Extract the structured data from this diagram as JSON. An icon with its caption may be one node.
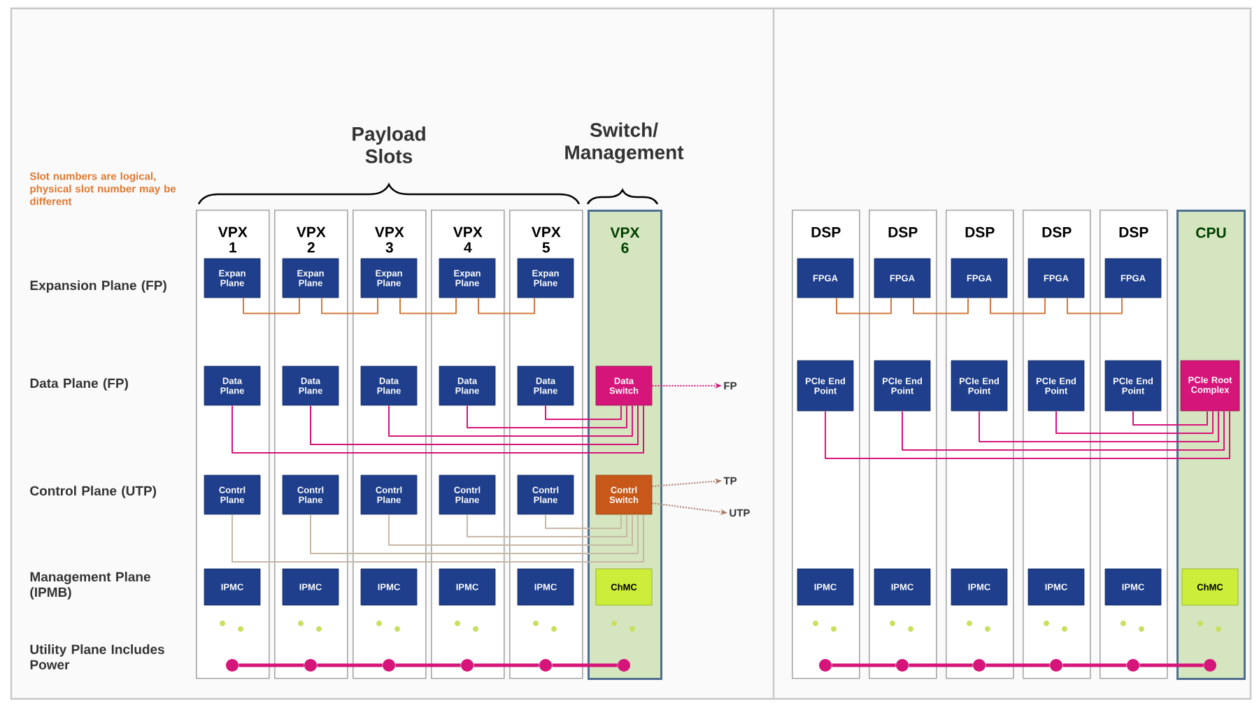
{
  "diagram": {
    "nodes": [
      {
        "text": [
          "VPX 1"
        ]
      },
      {
        "text": [
          "VPX 2"
        ]
      },
      {
        "text": [
          "VPX 3"
        ]
      },
      {
        "text": [
          "VPX 4"
        ]
      },
      {
        "text": [
          "VPX 5"
        ]
      },
      {
        "text": [
          "VPX 6"
        ]
      },
      {
        "text": [
          "Expan Plane"
        ],
        "in": 0
      },
      {
        "text": [
          "Expan Plane"
        ],
        "in": 1
      },
      {
        "text": [
          "Expan Plane"
        ],
        "in": 2
      },
      {
        "text": [
          "Expan Plane"
        ],
        "in": 3
      },
      {
        "text": [
          "Expan Plane"
        ],
        "in": 4
      },
      {
        "text": [
          "Data Plane"
        ],
        "in": 0
      },
      {
        "text": [
          "Data Plane"
        ],
        "in": 1
      },
      {
        "text": [
          "Data Plane"
        ],
        "in": 2
      },
      {
        "text": [
          "Data Plane"
        ],
        "in": 3
      },
      {
        "text": [
          "Data Plane"
        ],
        "in": 4
      },
      {
        "text": [
          "Data Switch"
        ],
        "in": 5
      },
      {
        "text": [
          "FP"
        ]
      },
      {
        "text": [
          "Contrl Plane"
        ],
        "in": 0
      },
      {
        "text": [
          "Contrl Plane"
        ],
        "in": 1
      },
      {
        "text": [
          "Contrl Plane"
        ],
        "in": 2
      },
      {
        "text": [
          "Contrl Plane"
        ],
        "in": 3
      },
      {
        "text": [
          "Contrl Plane"
        ],
        "in": 4
      },
      {
        "text": [
          "Contrl Switch"
        ],
        "in": 5
      },
      {
        "text": [
          "TP"
        ]
      },
      {
        "text": [
          "UTP"
        ]
      },
      {
        "text": [
          "IPMC"
        ],
        "in": 0
      },
      {
        "text": [
          "IPMC"
        ],
        "in": 1
      },
      {
        "text": [
          "IPMC"
        ],
        "in": 2
      },
      {
        "text": [
          "IPMC"
        ],
        "in": 3
      },
      {
        "text": [
          "IPMC"
        ],
        "in": 4
      },
      {
        "text": [
          "ChMC"
        ],
        "in": 5
      },
      {
        "text": [],
        "shape": "circle",
        "in": 0
      },
      {
        "text": [],
        "shape": "circle",
        "in": 1
      },
      {
        "text": [],
        "shape": "circle",
        "in": 2
      },
      {
        "text": [],
        "shape": "circle",
        "in": 3
      },
      {
        "text": [],
        "shape": "circle",
        "in": 4
      },
      {
        "text": [],
        "shape": "circle",
        "in": 5
      },
      {
        "text": [
          "DSP"
        ]
      },
      {
        "text": [
          "DSP"
        ]
      },
      {
        "text": [
          "DSP"
        ]
      },
      {
        "text": [
          "DSP"
        ]
      },
      {
        "text": [
          "DSP"
        ]
      },
      {
        "text": [
          "CPU"
        ]
      },
      {
        "text": [
          "FPGA"
        ],
        "in": 38
      },
      {
        "text": [
          "FPGA"
        ],
        "in": 39
      },
      {
        "text": [
          "FPGA"
        ],
        "in": 40
      },
      {
        "text": [
          "FPGA"
        ],
        "in": 41
      },
      {
        "text": [
          "FPGA"
        ],
        "in": 42
      },
      {
        "text": [
          "PCIe End Point"
        ],
        "in": 38
      },
      {
        "text": [
          "PCIe End Point"
        ],
        "in": 39
      },
      {
        "text": [
          "PCIe End Point"
        ],
        "in": 40
      },
      {
        "text": [
          "PCIe End Point"
        ],
        "in": 41
      },
      {
        "text": [
          "PCIe End Point"
        ],
        "in": 42
      },
      {
        "text": [
          "PCIe Root Complex"
        ],
        "in": 43
      },
      {
        "text": [
          "IPMC"
        ],
        "in": 38
      },
      {
        "text": [
          "IPMC"
        ],
        "in": 39
      },
      {
        "text": [
          "IPMC"
        ],
        "in": 40
      },
      {
        "text": [
          "IPMC"
        ],
        "in": 41
      },
      {
        "text": [
          "IPMC"
        ],
        "in": 42
      },
      {
        "text": [
          "ChMC"
        ],
        "in": 43
      },
      {
        "text": [],
        "shape": "circle",
        "in": 38
      },
      {
        "text": [],
        "shape": "circle",
        "in": 39
      },
      {
        "text": [],
        "shape": "circle",
        "in": 40
      },
      {
        "text": [],
        "shape": "circle",
        "in": 41
      },
      {
        "text": [],
        "shape": "circle",
        "in": 42
      },
      {
        "text": [],
        "shape": "circle",
        "in": 43
      }
    ],
    "edges": [
      {
        "from": 6,
        "to": 7,
        "arrow": "none",
        "color": "#d2783c"
      },
      {
        "from": 7,
        "to": 8,
        "arrow": "none",
        "color": "#d2783c"
      },
      {
        "from": 8,
        "to": 9,
        "arrow": "none",
        "color": "#d2783c"
      },
      {
        "from": 9,
        "to": 10,
        "arrow": "none",
        "color": "#d2783c"
      },
      {
        "from": 11,
        "to": 16,
        "arrow": "none"
      },
      {
        "from": 12,
        "to": 16,
        "arrow": "none"
      },
      {
        "from": 13,
        "to": 16,
        "arrow": "none"
      },
      {
        "from": 14,
        "to": 16,
        "arrow": "none"
      },
      {
        "from": 15,
        "to": 16,
        "arrow": "none"
      },
      {
        "from": 16,
        "to": 17,
        "arrow": "to",
        "style": "dashed"
      },
      {
        "from": 18,
        "to": 23,
        "arrow": "none",
        "color": "#c8b8a6"
      },
      {
        "from": 19,
        "to": 23,
        "arrow": "none",
        "color": "#c8b8a6"
      },
      {
        "from": 20,
        "to": 23,
        "arrow": "none",
        "color": "#c8b8a6"
      },
      {
        "from": 21,
        "to": 23,
        "arrow": "none",
        "color": "#c8b8a6"
      },
      {
        "from": 22,
        "to": 23,
        "arrow": "none",
        "color": "#c8b8a6"
      },
      {
        "from": 23,
        "to": 24,
        "arrow": "to",
        "style": "dashed",
        "color": "#a87a66"
      },
      {
        "from": 23,
        "to": 25,
        "arrow": "to",
        "style": "dashed",
        "color": "#a87a66"
      },
      {
        "from": 32,
        "to": 33,
        "arrow": "none",
        "style": "thick"
      },
      {
        "from": 33,
        "to": 34,
        "arrow": "none",
        "style": "thick"
      },
      {
        "from": 34,
        "to": 35,
        "arrow": "none",
        "style": "thick"
      },
      {
        "from": 35,
        "to": 36,
        "arrow": "none",
        "style": "thick"
      },
      {
        "from": 36,
        "to": 37,
        "arrow": "none",
        "style": "thick"
      },
      {
        "from": 44,
        "to": 45,
        "arrow": "none",
        "color": "#d2783c"
      },
      {
        "from": 45,
        "to": 46,
        "arrow": "none",
        "color": "#d2783c"
      },
      {
        "from": 46,
        "to": 47,
        "arrow": "none",
        "color": "#d2783c"
      },
      {
        "from": 47,
        "to": 48,
        "arrow": "none",
        "color": "#d2783c"
      },
      {
        "from": 49,
        "to": 54,
        "arrow": "none"
      },
      {
        "from": 50,
        "to": 54,
        "arrow": "none"
      },
      {
        "from": 51,
        "to": 54,
        "arrow": "none"
      },
      {
        "from": 52,
        "to": 54,
        "arrow": "none"
      },
      {
        "from": 53,
        "to": 54,
        "arrow": "none"
      },
      {
        "from": 61,
        "to": 62,
        "arrow": "none",
        "style": "thick"
      },
      {
        "from": 62,
        "to": 63,
        "arrow": "none",
        "style": "thick"
      },
      {
        "from": 63,
        "to": 64,
        "arrow": "none",
        "style": "thick"
      },
      {
        "from": 64,
        "to": 65,
        "arrow": "none",
        "style": "thick"
      },
      {
        "from": 65,
        "to": 66,
        "arrow": "none",
        "style": "thick"
      }
    ],
    "labels": [
      "Payload Slots",
      "Switch/ Management",
      "Slot numbers are logical, physical slot number may be different",
      "Expansion Plane (FP)",
      "Data Plane (FP)",
      "Control Plane (UTP)",
      "Management Plane (IPMB)",
      "Utility Plane Includes Power"
    ]
  }
}
